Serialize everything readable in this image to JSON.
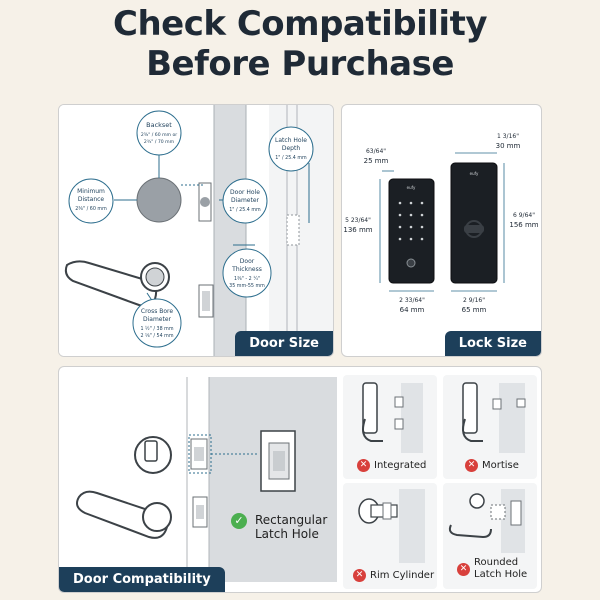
{
  "title": {
    "line1": "Check Compatibility",
    "line2": "Before Purchase"
  },
  "door_size": {
    "label": "Door Size",
    "backset": {
      "title": "Backset",
      "v1": "2⅜\" / 60 mm or",
      "v2": "2¾\" / 70 mm"
    },
    "min_distance": {
      "title1": "Minimum",
      "title2": "Distance",
      "value": "2⅜\" / 60 mm"
    },
    "door_hole": {
      "t1": "Door Hole",
      "t2": "Diameter",
      "value": "1\" / 25.4 mm"
    },
    "door_thickness": {
      "t1": "Door",
      "t2": "Thickness",
      "v1": "1⅜\" - 2 ¼\"",
      "v2": "35 mm-55 mm"
    },
    "cross_bore": {
      "t1": "Cross Bore",
      "t2": "Diameter",
      "v1": "1 ½\" / 38 mm",
      "v2": "2 ⅛\" / 54 mm"
    },
    "latch_depth": {
      "t1": "Latch Hole",
      "t2": "Depth",
      "value": "1\" / 25.4 mm"
    }
  },
  "lock_size": {
    "label": "Lock Size",
    "front_depth": {
      "imperial": "63/64\"",
      "metric": "25 mm"
    },
    "front_height": {
      "imperial": "5 23/64\"",
      "metric": "136 mm"
    },
    "front_width": {
      "imperial": "2 33/64\"",
      "metric": "64 mm"
    },
    "back_depth": {
      "imperial": "1 3/16\"",
      "metric": "30 mm"
    },
    "back_height": {
      "imperial": "6 9/64\"",
      "metric": "156 mm"
    },
    "back_width": {
      "imperial": "2 9/16\"",
      "metric": "65 mm"
    },
    "brand": "eufy"
  },
  "compat": {
    "label": "Door Compatibility",
    "main_ok_line1": "Rectangular",
    "main_ok_line2": "Latch Hole",
    "options": [
      {
        "label": "Integrated",
        "status": "incompatible"
      },
      {
        "label": "Mortise",
        "status": "incompatible"
      },
      {
        "label": "Rim Cylinder",
        "status": "incompatible"
      },
      {
        "label_line1": "Rounded",
        "label_line2": "Latch Hole",
        "status": "incompatible"
      }
    ],
    "ok_symbol": "✓",
    "x_symbol": "✕"
  },
  "colors": {
    "navy": "#1d3f5a",
    "accent": "#2d6e8e",
    "ok": "#4caf50",
    "bad": "#d8403c"
  }
}
